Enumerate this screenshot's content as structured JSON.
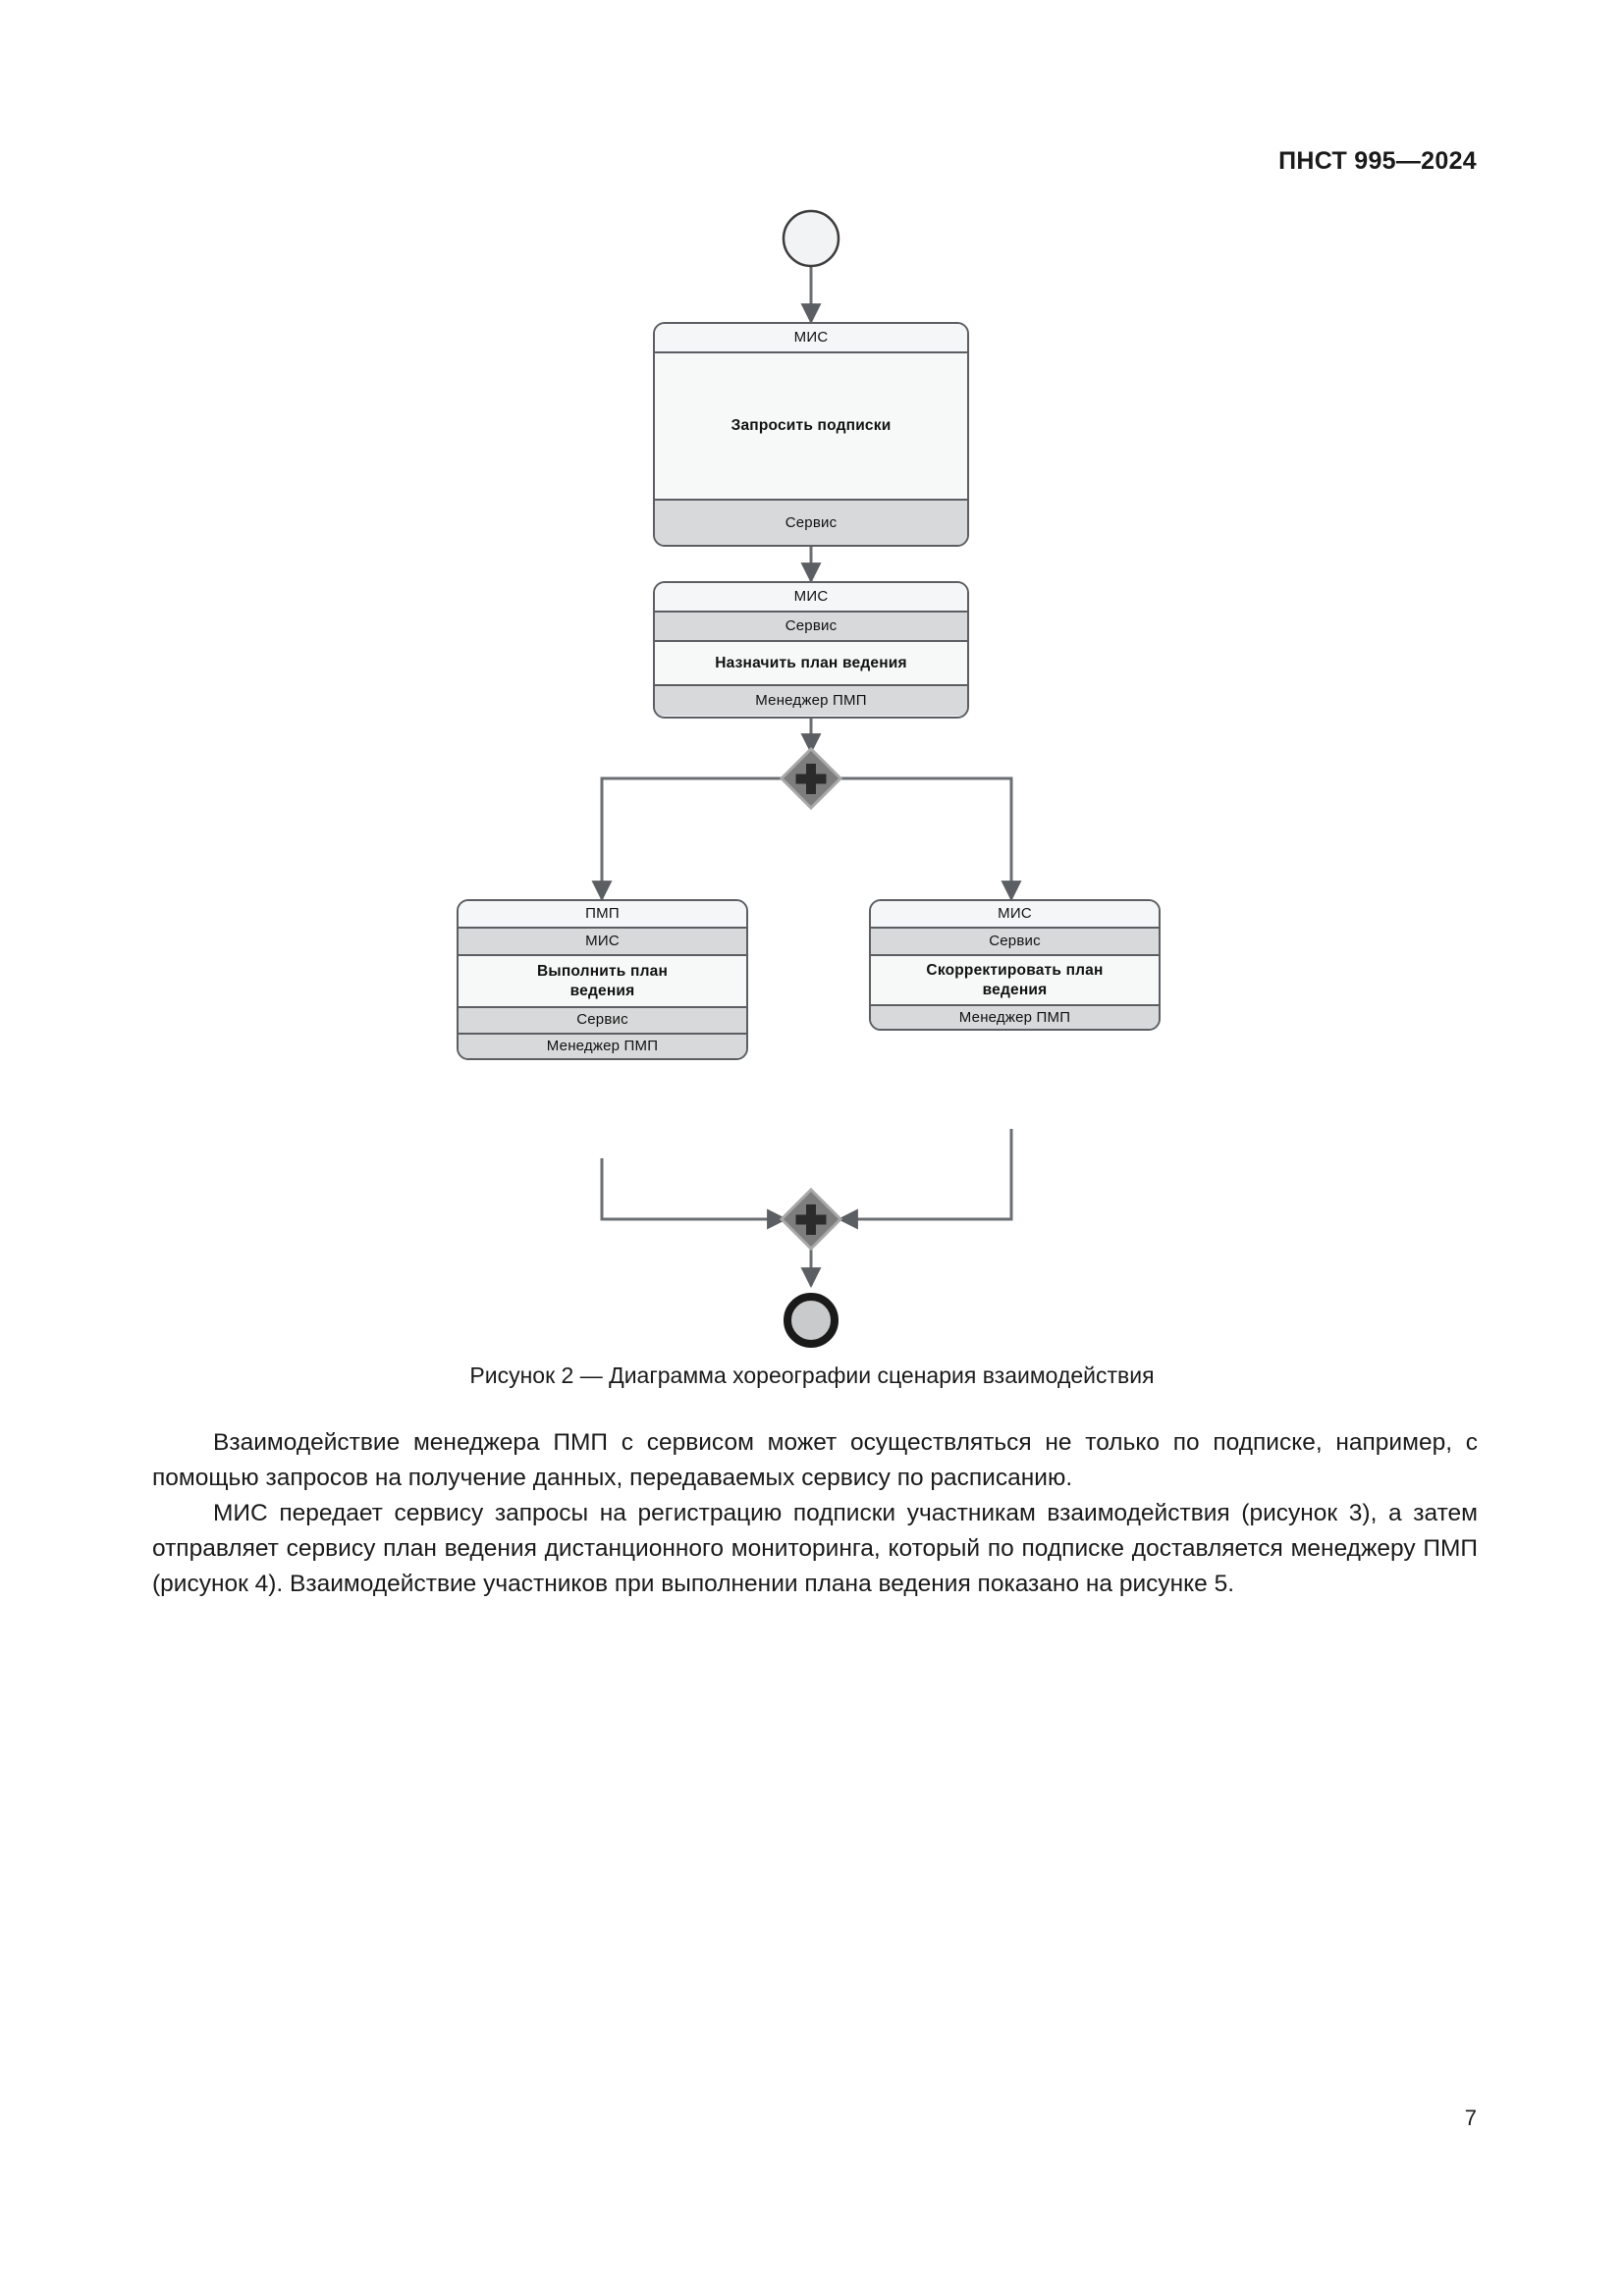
{
  "header": {
    "standard_ref": "ПНСТ 995—2024"
  },
  "page_number": "7",
  "figure": {
    "caption": "Рисунок 2 — Диаграмма хореографии сценария взаимодействия",
    "chart_data": {
      "type": "diagram",
      "notation": "BPMN choreography",
      "title": "Диаграмма хореографии сценария взаимодействия",
      "events": [
        {
          "id": "start",
          "kind": "start-event",
          "label": ""
        },
        {
          "id": "end",
          "kind": "end-event",
          "label": ""
        }
      ],
      "gateways": [
        {
          "id": "split",
          "kind": "parallel-gateway",
          "symbol": "+"
        },
        {
          "id": "join",
          "kind": "parallel-gateway",
          "symbol": "+"
        }
      ],
      "nodes": [
        {
          "id": "task1",
          "task": "Запросить подписки",
          "initiator": "МИС",
          "participants": [
            "МИС",
            "Сервис"
          ],
          "bands": [
            {
              "text": "МИС",
              "style": "light"
            },
            {
              "text": "Запросить подписки",
              "style": "task"
            },
            {
              "text": "Сервис",
              "style": "dark"
            }
          ]
        },
        {
          "id": "task2",
          "task": "Назначить план ведения",
          "initiator": "МИС",
          "participants": [
            "МИС",
            "Сервис",
            "Менеджер ПМП"
          ],
          "bands": [
            {
              "text": "МИС",
              "style": "light"
            },
            {
              "text": "Сервис",
              "style": "dark"
            },
            {
              "text": "Назначить план ведения",
              "style": "task"
            },
            {
              "text": "Менеджер ПМП",
              "style": "dark"
            }
          ]
        },
        {
          "id": "task3",
          "task": "Выполнить план ведения",
          "initiator": "ПМП",
          "participants": [
            "ПМП",
            "МИС",
            "Сервис",
            "Менеджер ПМП"
          ],
          "bands": [
            {
              "text": "ПМП",
              "style": "light"
            },
            {
              "text": "МИС",
              "style": "dark"
            },
            {
              "text": "Выполнить план\nведения",
              "style": "task"
            },
            {
              "text": "Сервис",
              "style": "dark"
            },
            {
              "text": "Менеджер ПМП",
              "style": "dark"
            }
          ]
        },
        {
          "id": "task4",
          "task": "Скорректировать план ведения",
          "initiator": "МИС",
          "participants": [
            "МИС",
            "Сервис",
            "Менеджер ПМП"
          ],
          "bands": [
            {
              "text": "МИС",
              "style": "light"
            },
            {
              "text": "Сервис",
              "style": "dark"
            },
            {
              "text": "Скорректировать план\nведения",
              "style": "task"
            },
            {
              "text": "Менеджер ПМП",
              "style": "dark"
            }
          ]
        }
      ],
      "flows": [
        {
          "from": "start",
          "to": "task1"
        },
        {
          "from": "task1",
          "to": "task2"
        },
        {
          "from": "task2",
          "to": "split"
        },
        {
          "from": "split",
          "to": "task3"
        },
        {
          "from": "split",
          "to": "task4"
        },
        {
          "from": "task3",
          "to": "join"
        },
        {
          "from": "task4",
          "to": "join"
        },
        {
          "from": "join",
          "to": "end"
        }
      ],
      "colors": {
        "stroke": "#5b5f63",
        "band_light": "#f5f6f7",
        "band_dark": "#d8d9da",
        "gateway_fill": "#7d7d7d",
        "gateway_symbol": "#2b2b2b",
        "end_event_stroke": "#1a1a1a"
      }
    },
    "node1": {
      "band1": "МИС",
      "task": "Запросить подписки",
      "band3": "Сервис"
    },
    "node2": {
      "band1": "МИС",
      "band2": "Сервис",
      "task": "Назначить план ведения",
      "band4": "Менеджер ПМП"
    },
    "node3": {
      "band1": "ПМП",
      "band2": "МИС",
      "task_line1": "Выполнить план",
      "task_line2": "ведения",
      "band4": "Сервис",
      "band5": "Менеджер ПМП"
    },
    "node4": {
      "band1": "МИС",
      "band2": "Сервис",
      "task_line1": "Скорректировать план",
      "task_line2": "ведения",
      "band4": "Менеджер ПМП"
    }
  },
  "body": {
    "paragraph1": "Взаимодействие менеджера ПМП с сервисом может осуществляться не только по подписке, например, с помощью запросов на получение данных, передаваемых сервису по расписанию.",
    "paragraph2": "МИС передает сервису запросы на регистрацию подписки участникам взаимодействия (рисунок 3), а затем отправляет сервису план ведения дистанционного мониторинга, который по подписке доставляется менеджеру ПМП (рисунок 4). Взаимодействие участников при выполнении плана ведения показано на рисунке 5."
  }
}
